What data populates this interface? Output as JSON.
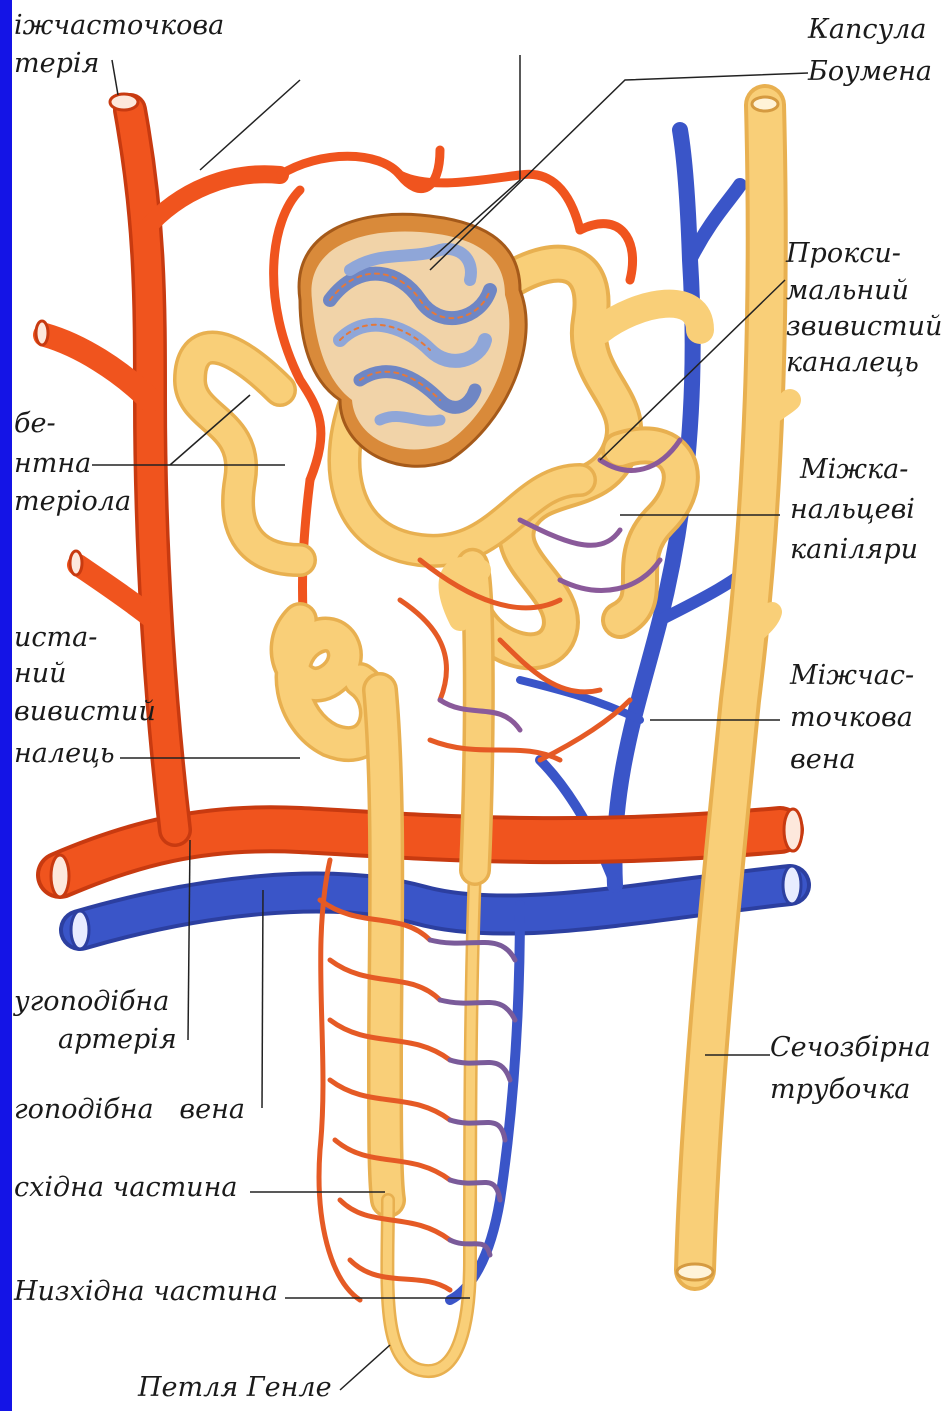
{
  "colors": {
    "artery": "#f0541e",
    "artery_dark": "#c83a10",
    "vein": "#3a55c8",
    "tubule": "#f9cf78",
    "tubule_edge": "#e8b050",
    "glomerulus": "#8fa6d8",
    "capsule": "#d98a3a",
    "side_bar": "#1414e6"
  },
  "labels": {
    "interlobular_artery_1": "іжчасточкова",
    "interlobular_artery_2": "терія",
    "bowman_capsule_1": "Капсула",
    "bowman_capsule_2": "Боумена",
    "proximal_1": "Прокси-",
    "proximal_2": "мальний",
    "proximal_3": "звивистий",
    "proximal_4": "каналець",
    "afferent_1": "бе-",
    "afferent_2": "нтна",
    "afferent_3": "теріола",
    "peritubular_1": "Міжка-",
    "peritubular_2": "нальцеві",
    "peritubular_3": "капіляри",
    "distal_1": "иста-",
    "distal_2": "ний",
    "distal_3": "вивистий",
    "distal_4": "налець",
    "interlobular_vein_1": "Міжчас-",
    "interlobular_vein_2": "точкова",
    "interlobular_vein_3": "вена",
    "arcuate_artery_1": "угоподібна",
    "arcuate_artery_2": "артерія",
    "arcuate_vein": "гоподібна   вена",
    "collecting_1": "Сечозбірна",
    "collecting_2": "трубочка",
    "ascending": "східна частина",
    "descending": "Низхідна частина",
    "loop": "Петля Генле"
  }
}
